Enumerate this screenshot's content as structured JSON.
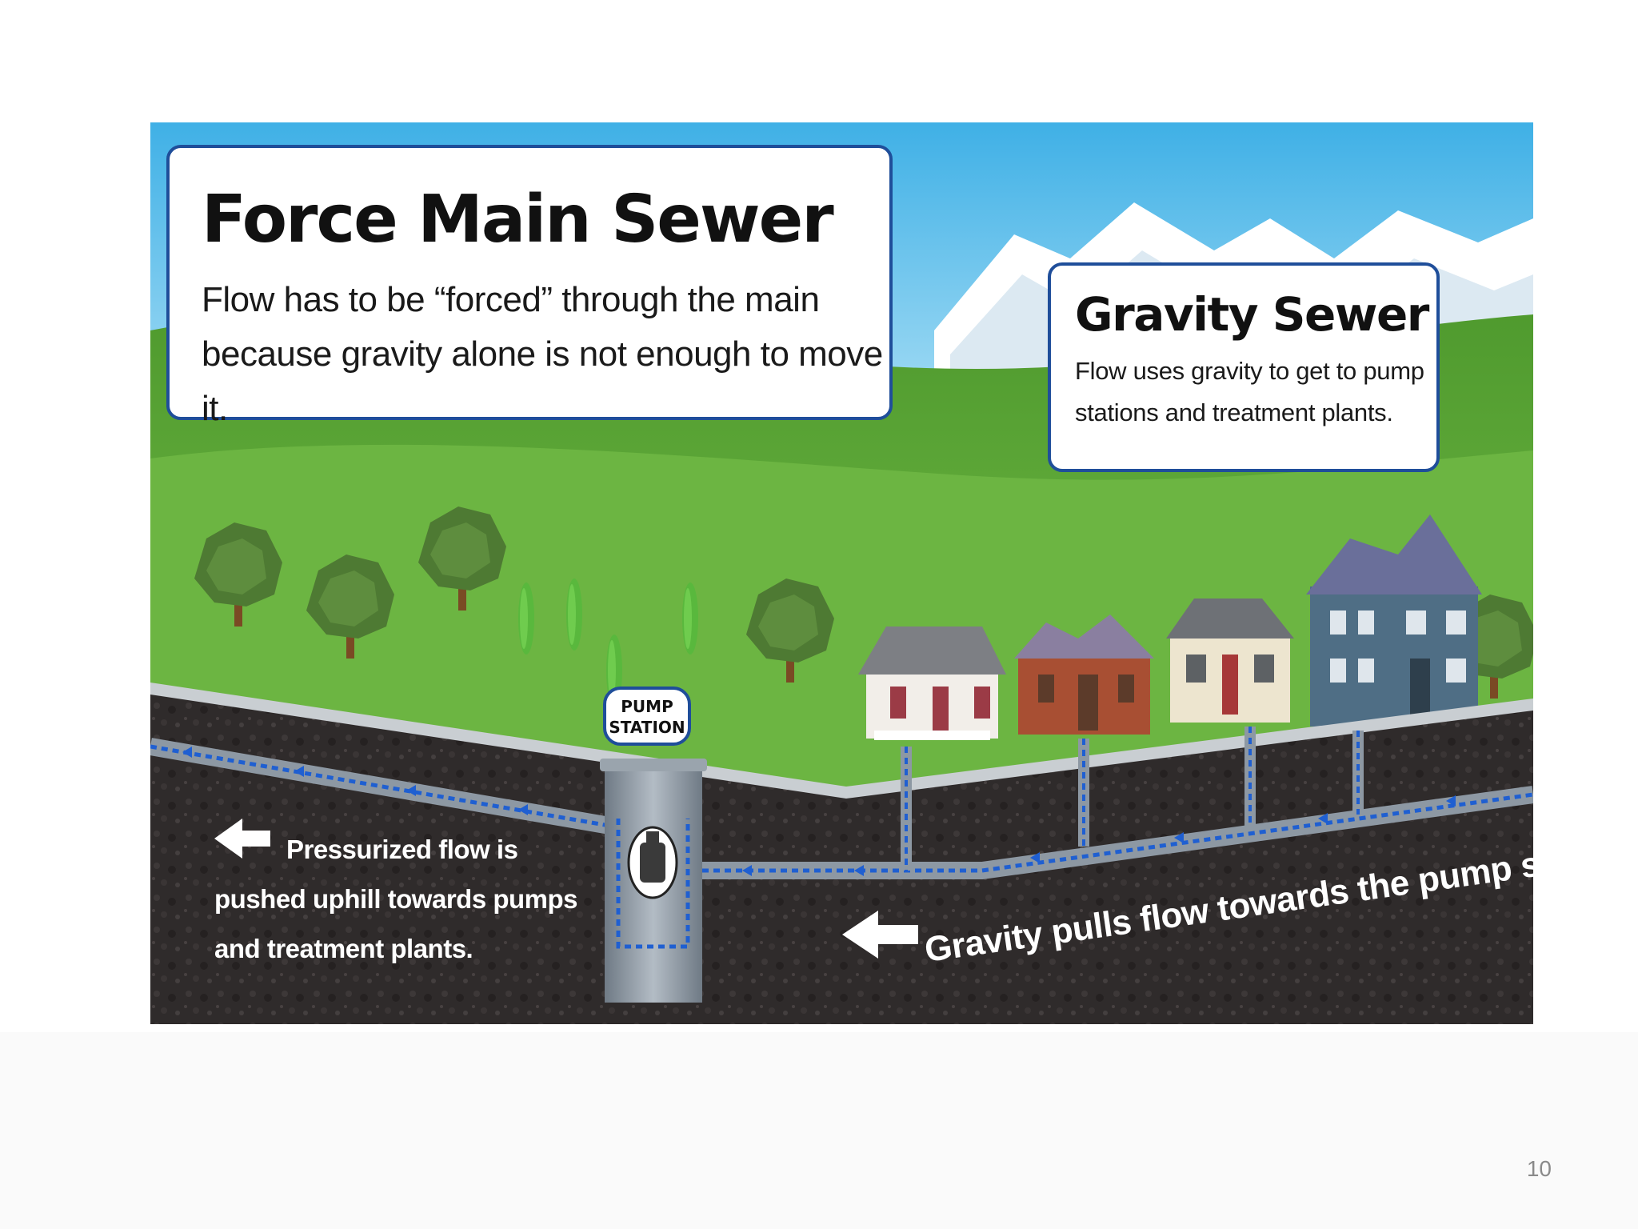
{
  "callouts": {
    "force_main": {
      "title": "Force Main Sewer",
      "body_lines": [
        "Flow has to be “forced” through the main",
        "because gravity alone is not enough to move it."
      ]
    },
    "gravity": {
      "title": "Gravity Sewer",
      "body_lines": [
        "Flow uses gravity to get to pump",
        "stations and treatment plants."
      ]
    }
  },
  "pump_station": {
    "label_lines": [
      "PUMP",
      "STATION"
    ]
  },
  "captions": {
    "pressurized_lines": [
      "Pressurized flow is",
      "pushed uphill towards pumps",
      "and treatment plants."
    ],
    "gravity": "Gravity pulls flow towards the pump station."
  },
  "page_number": "10",
  "icons": [
    "arrow-left-icon",
    "pump-icon",
    "flow-arrow-icon",
    "tree-icon",
    "house-icon"
  ],
  "colors": {
    "sky": "#4fb8e8",
    "grass": "#5fa83a",
    "soil": "#2f2b2b",
    "pipe": "#8d98a3",
    "flow_arrow": "#1f5fd1",
    "callout_border": "#1f4e9a"
  }
}
